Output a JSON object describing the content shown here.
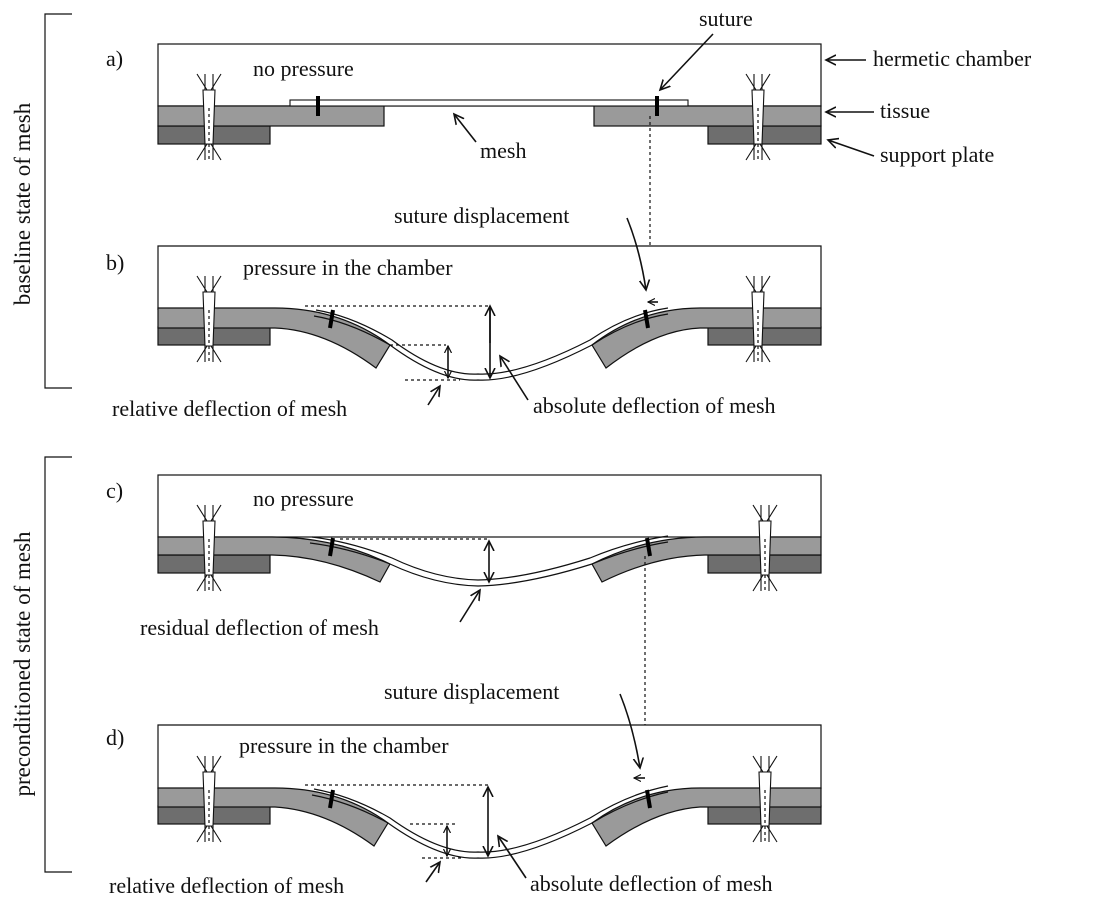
{
  "side_labels": {
    "baseline": "baseline state of mesh",
    "preconditioned": "preconditioned state of mesh"
  },
  "panels": {
    "a": {
      "letter": "a)",
      "condition": "no pressure",
      "suture": "suture",
      "hermetic_chamber": "hermetic chamber",
      "tissue": "tissue",
      "support_plate": "support plate",
      "mesh": "mesh"
    },
    "b": {
      "letter": "b)",
      "condition": "pressure in the chamber",
      "suture_displacement": "suture displacement",
      "relative_deflection": "relative deflection of mesh",
      "absolute_deflection": "absolute deflection of mesh"
    },
    "c": {
      "letter": "c)",
      "condition": "no pressure",
      "residual_deflection": "residual deflection of mesh"
    },
    "d": {
      "letter": "d)",
      "condition": "pressure in the chamber",
      "suture_displacement": "suture displacement",
      "relative_deflection": "relative deflection of mesh",
      "absolute_deflection": "absolute deflection of mesh"
    }
  }
}
